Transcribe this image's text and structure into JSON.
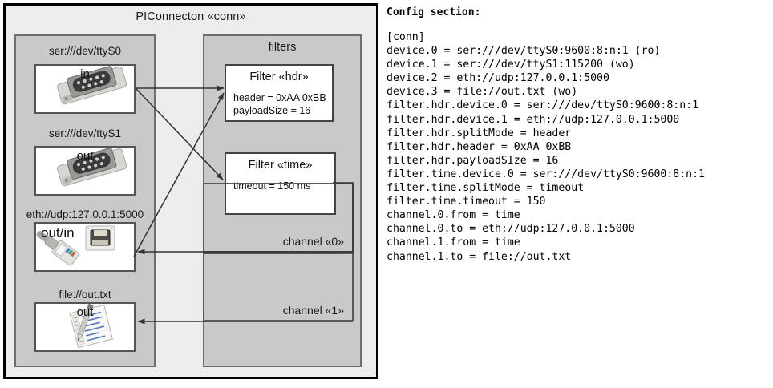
{
  "diagram": {
    "title": "PIConnecton «conn»",
    "devices_panel": {
      "name": "devices"
    },
    "filters_panel": {
      "title": "filters"
    },
    "devices": [
      {
        "label": "ser:///dev/ttyS0",
        "direction": "in",
        "icon": "serial-port-icon"
      },
      {
        "label": "ser:///dev/ttyS1",
        "direction": "out",
        "icon": "serial-port-icon"
      },
      {
        "label": "eth://udp:127.0.0.1:5000",
        "direction": "out/in",
        "icon": "ethernet-plug-icon"
      },
      {
        "label": "file://out.txt",
        "direction": "out",
        "icon": "text-file-icon"
      }
    ],
    "filters": [
      {
        "title": "Filter «hdr»",
        "props": [
          "header = 0xAA 0xBB",
          "payloadSize = 16"
        ]
      },
      {
        "title": "Filter «time»",
        "props": [
          "timeout = 150 ms"
        ]
      }
    ],
    "channels": [
      {
        "label": "channel «0»"
      },
      {
        "label": "channel «1»"
      }
    ]
  },
  "config": {
    "heading": "Config section:",
    "lines": [
      "[conn]",
      "device.0 = ser:///dev/ttyS0:9600:8:n:1 (ro)",
      "device.1 = ser:///dev/ttyS1:115200 (wo)",
      "device.2 = eth://udp:127.0.0.1:5000",
      "device.3 = file://out.txt (wo)",
      "filter.hdr.device.0 = ser:///dev/ttyS0:9600:8:n:1",
      "filter.hdr.device.1 = eth://udp:127.0.0.1:5000",
      "filter.hdr.splitMode = header",
      "filter.hdr.header = 0xAA 0xBB",
      "filter.hdr.payloadSIze = 16",
      "filter.time.device.0 = ser:///dev/ttyS0:9600:8:n:1",
      "filter.time.splitMode = timeout",
      "filter.time.timeout = 150",
      "channel.0.from = time",
      "channel.0.to = eth://udp:127.0.0.1:5000",
      "channel.1.from = time",
      "channel.1.to = file://out.txt"
    ],
    "text": "[conn]\ndevice.0 = ser:///dev/ttyS0:9600:8:n:1 (ro)\ndevice.1 = ser:///dev/ttyS1:115200 (wo)\ndevice.2 = eth://udp:127.0.0.1:5000\ndevice.3 = file://out.txt (wo)\nfilter.hdr.device.0 = ser:///dev/ttyS0:9600:8:n:1\nfilter.hdr.device.1 = eth://udp:127.0.0.1:5000\nfilter.hdr.splitMode = header\nfilter.hdr.header = 0xAA 0xBB\nfilter.hdr.payloadSIze = 16\nfilter.time.device.0 = ser:///dev/ttyS0:9600:8:n:1\nfilter.time.splitMode = timeout\nfilter.time.timeout = 150\nchannel.0.from = time\nchannel.0.to = eth://udp:127.0.0.1:5000\nchannel.1.from = time\nchannel.1.to = file://out.txt"
  },
  "colors": {
    "outer_bg": "#ededed",
    "panel_bg": "#c9c9c9",
    "box_bg": "#ffffff",
    "outline": "#000000",
    "connector": "#333333"
  }
}
